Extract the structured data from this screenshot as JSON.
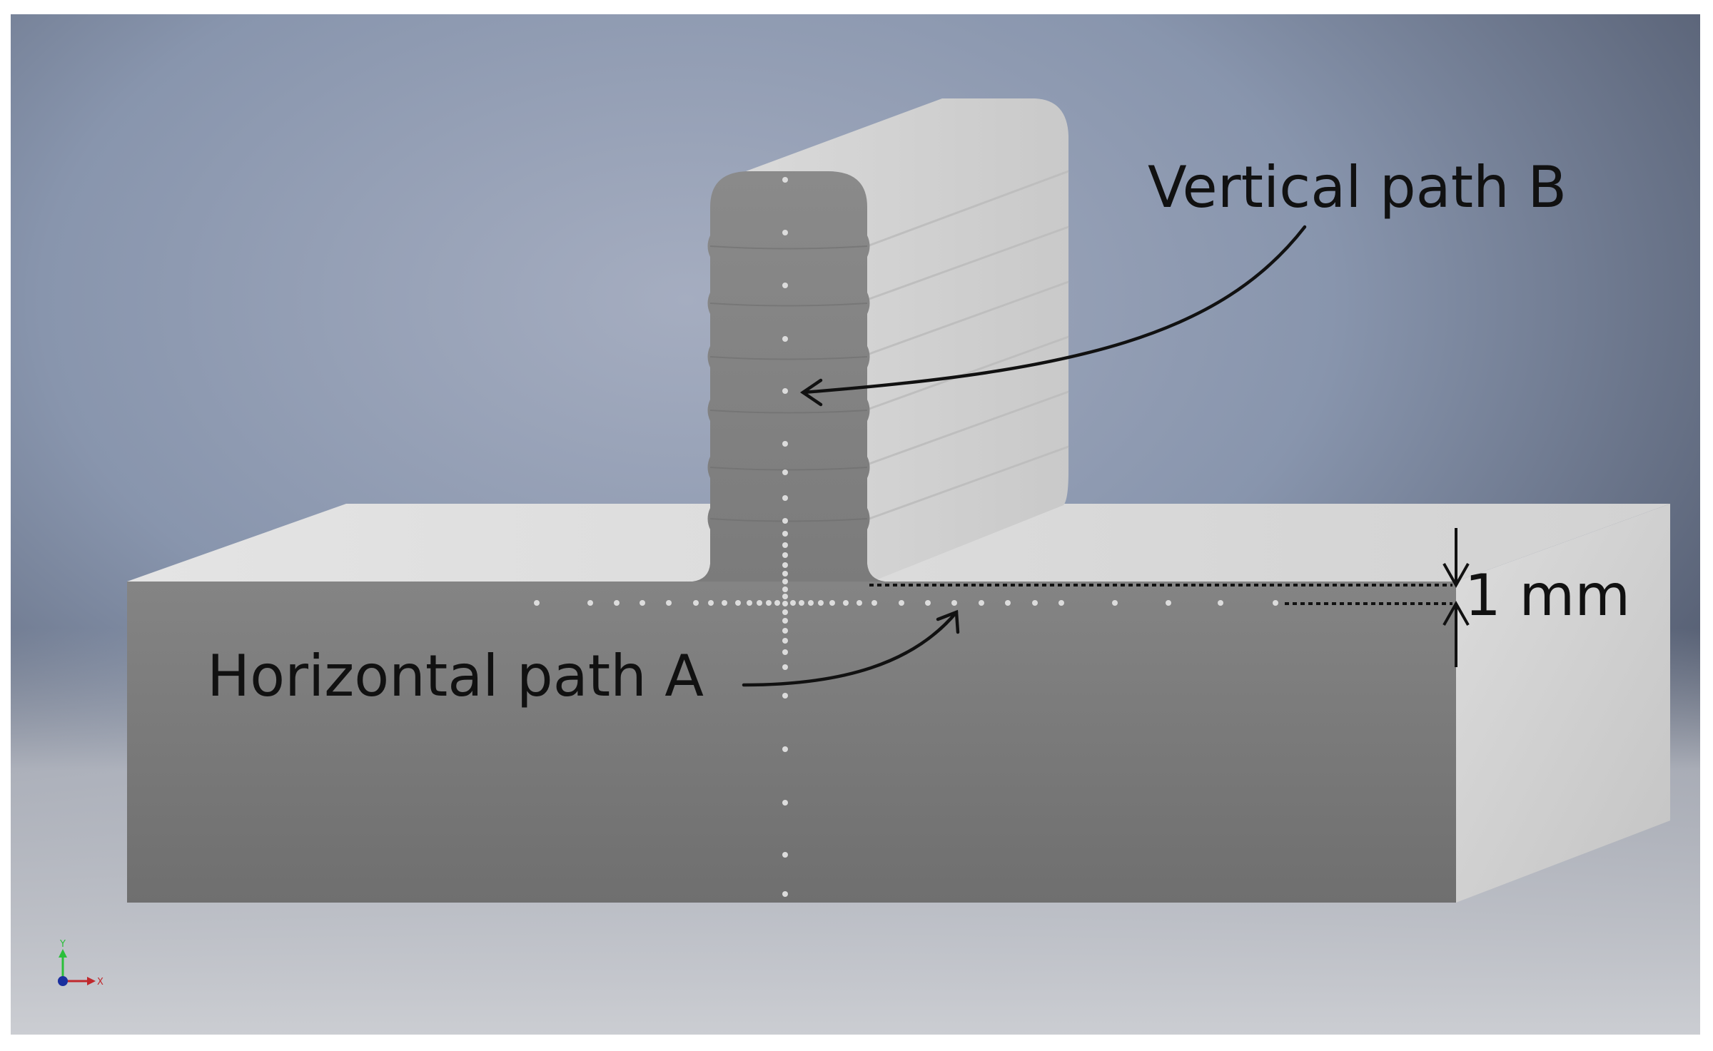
{
  "labels": {
    "vertical_path": "Vertical path B",
    "horizontal_path": "Horizontal path A",
    "dimension": "1 mm"
  },
  "triad": {
    "y_axis": "Y",
    "x_axis": "X"
  },
  "colors": {
    "background_top": "#7f8faa",
    "background_bottom": "#c9cacf",
    "section_face": "#7c7c7c",
    "light_face": "#d6d6d6",
    "probe_point": "#dcdcdc",
    "annotation": "#111111",
    "triad_y": "#2bbf3a",
    "triad_x": "#c0282c",
    "triad_origin": "#1a2f9e"
  }
}
